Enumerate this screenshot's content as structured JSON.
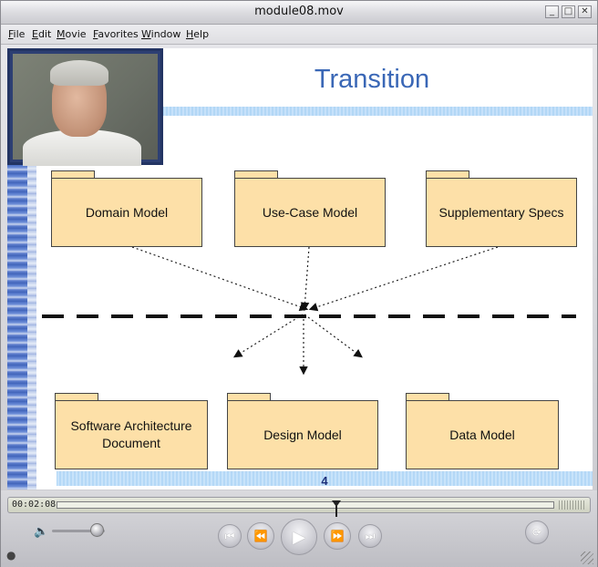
{
  "window": {
    "title": "module08.mov",
    "controls": [
      "minimize",
      "maximize",
      "close"
    ]
  },
  "menu": [
    "File",
    "Edit",
    "Movie",
    "Favorites",
    "Window",
    "Help"
  ],
  "slide": {
    "title": "Transition",
    "top_packages": [
      "Domain Model",
      "Use-Case Model",
      "Supplementary Specs"
    ],
    "bottom_packages": [
      "Software Architecture Document",
      "Design Model",
      "Data Model"
    ],
    "page_number": "4"
  },
  "player": {
    "timecode": "00:02:08",
    "progress_fraction": 0.56,
    "volume_fraction": 0.85,
    "buttons": [
      "skip-back",
      "rewind",
      "play",
      "fast-forward",
      "skip-forward",
      "loop"
    ]
  },
  "colors": {
    "title": "#3a67b6",
    "package_fill": "#fde0a8",
    "stripe": "#a9d2f5"
  }
}
